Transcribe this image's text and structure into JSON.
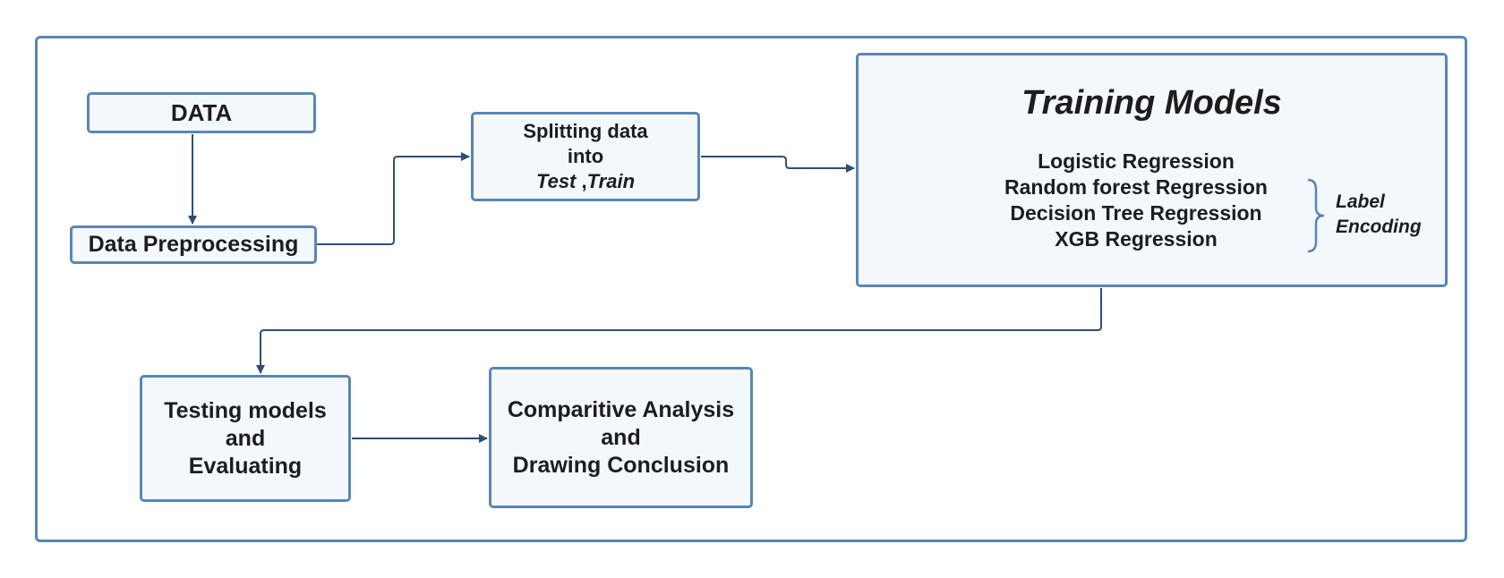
{
  "boxes": {
    "data": {
      "label": "DATA"
    },
    "preprocessing": {
      "label": "Data Preprocessing"
    },
    "splitting": {
      "line1": "Splitting data",
      "line2": "into",
      "test": "Test",
      "sep": " ,",
      "train": "Train"
    },
    "training": {
      "title": "Training Models",
      "models": [
        "Logistic Regression",
        "Random forest Regression",
        "Decision Tree Regression",
        "XGB Regression"
      ],
      "encoding": [
        "Label",
        "Encoding"
      ]
    },
    "testing": {
      "lines": [
        "Testing models",
        "and",
        "Evaluating"
      ]
    },
    "comparative": {
      "lines": [
        "Comparitive Analysis",
        "and",
        "Drawing Conclusion"
      ]
    }
  },
  "colors": {
    "box_border": "#5a86b4",
    "box_fill": "#f3f8fd",
    "connector": "#2b4f77",
    "text": "#1d1d1f"
  }
}
